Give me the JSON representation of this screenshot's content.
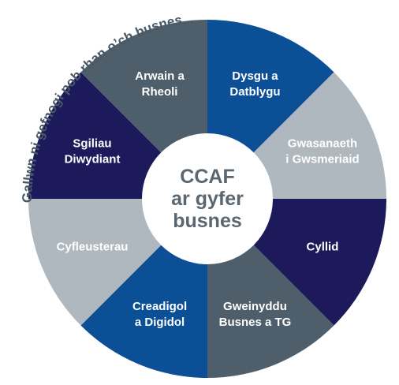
{
  "heading": "Gallwn ni gefnogi pob rhan o’ch busnes...",
  "center": {
    "line1": "CCAF",
    "line2": "ar gyfer",
    "line3": "busnes"
  },
  "segments": [
    {
      "lines": [
        "Dysgu a",
        "Datblygu"
      ],
      "color": "#0b4f96"
    },
    {
      "lines": [
        "Gwasanaeth",
        "i Gwsmeriaid"
      ],
      "color": "#b0b8bf"
    },
    {
      "lines": [
        "Cyllid"
      ],
      "color": "#1d1a5c"
    },
    {
      "lines": [
        "Gweinyddu",
        "Busnes a TG"
      ],
      "color": "#4e5f6b"
    },
    {
      "lines": [
        "Creadigol",
        "a Digidol"
      ],
      "color": "#0b4f96"
    },
    {
      "lines": [
        "Cyfleusterau"
      ],
      "color": "#b0b8bf"
    },
    {
      "lines": [
        "Sgiliau",
        "Diwydiant"
      ],
      "color": "#1d1a5c"
    },
    {
      "lines": [
        "Arwain a",
        "Rheoli"
      ],
      "color": "#4e5f6b"
    }
  ],
  "colors": {
    "heading": "#4a5866",
    "center_text": "#5a6670",
    "center_fill": "#ffffff",
    "segment_text": "#ffffff"
  }
}
